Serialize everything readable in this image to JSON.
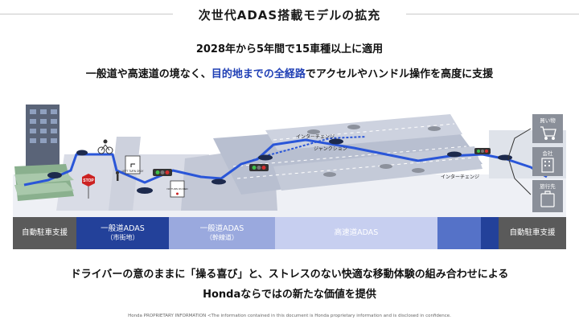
{
  "header": {
    "title": "次世代ADAS搭載モデルの拡充"
  },
  "lead": {
    "line1": "2028年から5年間で15車種以上に適用",
    "line2_pre": "一般道や高速道の境なく、",
    "line2_highlight": "目的地までの全経路",
    "line2_post": "でアクセルやハンドル操作を高度に支援"
  },
  "illustration": {
    "interchange_left": "インターチェンジ",
    "junction": "ジャンクション",
    "interchange_right": "インターチェンジ",
    "sign_stop": "STOP",
    "sign_no_turn": "NO TURN ON RED",
    "sign_left_turn": "LEFT TURN ONLY",
    "dest_shopping": "買い物",
    "dest_office": "会社",
    "dest_travel": "旅行先"
  },
  "stages": [
    {
      "label": "自動駐車支援",
      "sub": ""
    },
    {
      "label": "一般道ADAS",
      "sub": "（市街地）"
    },
    {
      "label": "一般道ADAS",
      "sub": "（幹線道）"
    },
    {
      "label": "高速道ADAS",
      "sub": ""
    },
    {
      "label": "",
      "sub": ""
    },
    {
      "label": "",
      "sub": ""
    },
    {
      "label": "自動駐車支援",
      "sub": ""
    }
  ],
  "closing": {
    "line1": "ドライバーの意のままに「操る喜び」と、ストレスのない快適な移動体験の組み合わせによる",
    "line2": "Hondaならではの新たな価値を提供"
  },
  "footer": {
    "text": "Honda PROPRIETARY INFORMATION <The information contained in this document is Honda proprietary information and is disclosed in confidence."
  },
  "colors": {
    "accent": "#1f3fb5",
    "route": "#2a56d8",
    "dark_band": "#5a5a5a"
  }
}
